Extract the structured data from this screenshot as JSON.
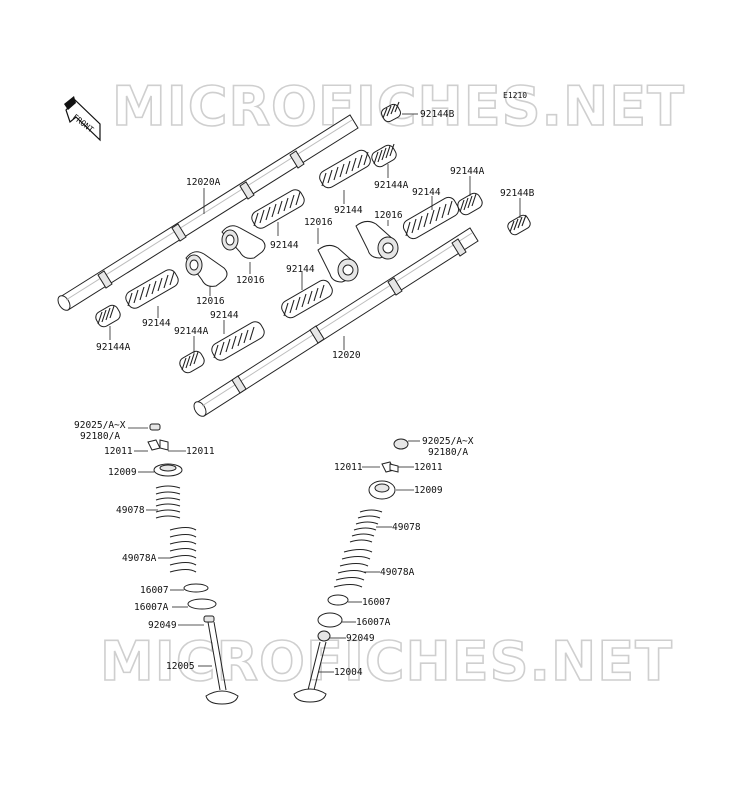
{
  "watermark": {
    "text": "MICROFICHES.NET"
  },
  "diagram_code": "E1210",
  "front_arrow": {
    "text": "FRONT"
  },
  "part_labels": {
    "p92144b_top": "92144B",
    "p92144a_up": "92144A",
    "p92144a_upright": "92144A",
    "p92144b_right": "92144B",
    "p12020a": "12020A",
    "p92144_up": "92144",
    "p92144_mid": "92144",
    "p92144_right": "92144",
    "p12016_c": "12016",
    "p12016_r": "12016",
    "p12016_l": "12016",
    "p12016_m": "12016",
    "p92144_left": "92144",
    "p92144_lower": "92144",
    "p92144_midlow": "92144",
    "p92144a_left": "92144A",
    "p92144a_low": "92144A",
    "p12020": "12020",
    "p92025_l": "92025/A~X",
    "p92180_l": "92180/A",
    "p12011_l1": "12011",
    "p12011_l2": "12011",
    "p12009_l": "12009",
    "p49078_l": "49078",
    "p49078a_l": "49078A",
    "p16007_l": "16007",
    "p16007a_l": "16007A",
    "p92049_l": "92049",
    "p12005": "12005",
    "p92025_r": "92025/A~X",
    "p92180_r": "92180/A",
    "p12011_r1": "12011",
    "p12011_r2": "12011",
    "p12009_r": "12009",
    "p49078_r": "49078",
    "p49078a_r": "49078A",
    "p16007_r": "16007",
    "p16007a_r": "16007A",
    "p92049_r": "92049",
    "p12004": "12004"
  }
}
